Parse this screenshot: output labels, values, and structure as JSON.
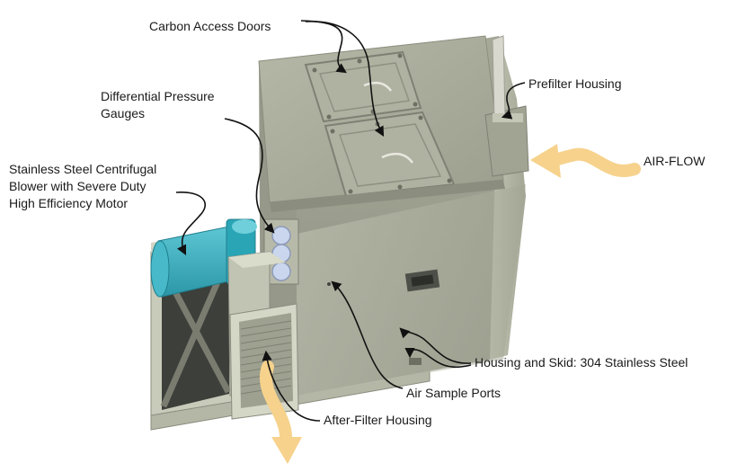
{
  "labels": {
    "carbon_access_doors": "Carbon Access Doors",
    "differential_pressure_gauges": [
      "Differential Pressure",
      "Gauges"
    ],
    "stainless_steel_blower": [
      "Stainless Steel Centrifugal",
      "Blower with Severe Duty",
      "High Efficiency Motor"
    ],
    "prefilter_housing": "Prefilter Housing",
    "air_flow": "AIR-FLOW",
    "housing_and_skid": "Housing and Skid: 304 Stainless Steel",
    "air_sample_ports": "Air Sample Ports",
    "after_filter_housing": "After-Filter Housing"
  },
  "colors": {
    "unit_front": "#9b9d8e",
    "unit_side": "#b9bba9",
    "unit_top": "#a9ab9a",
    "motor": "#3eb1c2",
    "gauge": "#c9d6ee",
    "airflow_arrow": "#f6d28c",
    "leader_line": "#111111"
  }
}
